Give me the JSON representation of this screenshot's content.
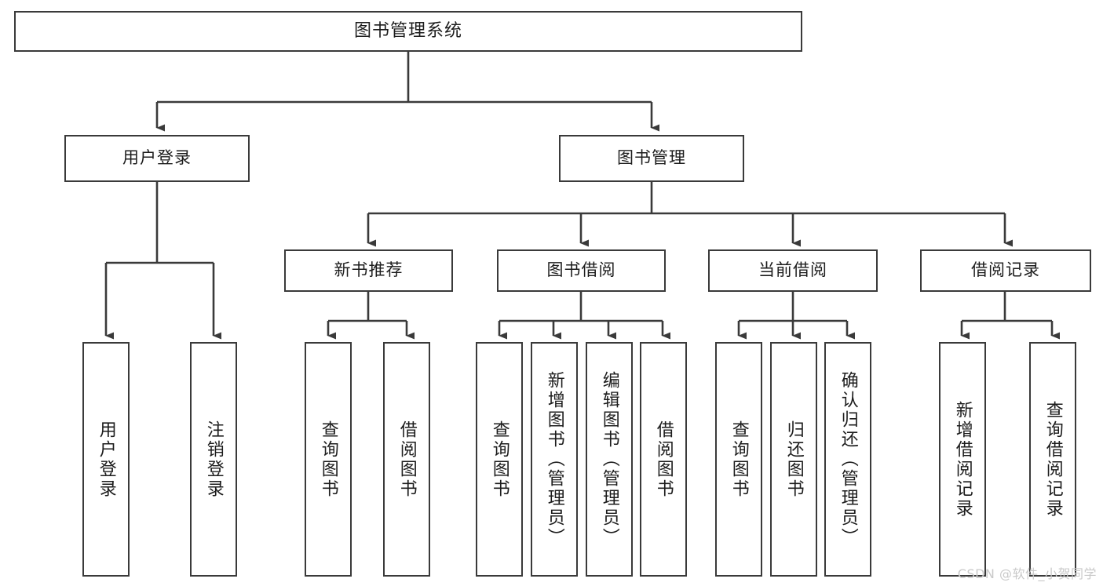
{
  "diagram": {
    "title": "图书管理系统",
    "watermark": "CSDN @软件_小贺同学",
    "colors": {
      "box_border": "#3a3a3a",
      "edge_line": "#3a3a3a",
      "background": "#ffffff",
      "text": "#1c1c1c",
      "watermark": "#c9c9c9"
    },
    "levels": {
      "root": {
        "label": "图书管理系统"
      },
      "level2": [
        {
          "label": "用户登录"
        },
        {
          "label": "图书管理"
        }
      ],
      "level3": [
        {
          "label": "新书推荐"
        },
        {
          "label": "图书借阅"
        },
        {
          "label": "当前借阅"
        },
        {
          "label": "借阅记录"
        }
      ],
      "level4": [
        {
          "label": "用户登录",
          "parent": "用户登录"
        },
        {
          "label": "注销登录",
          "parent": "用户登录"
        },
        {
          "label": "查询图书",
          "parent": "新书推荐"
        },
        {
          "label": "借阅图书",
          "parent": "新书推荐"
        },
        {
          "label": "查询图书",
          "parent": "图书借阅"
        },
        {
          "label": "新增图书（管理员）",
          "parent": "图书借阅"
        },
        {
          "label": "编辑图书（管理员）",
          "parent": "图书借阅"
        },
        {
          "label": "借阅图书",
          "parent": "图书借阅"
        },
        {
          "label": "查询图书",
          "parent": "当前借阅"
        },
        {
          "label": "归还图书",
          "parent": "当前借阅"
        },
        {
          "label": "确认归还（管理员）",
          "parent": "当前借阅"
        },
        {
          "label": "新增借阅记录",
          "parent": "借阅记录"
        },
        {
          "label": "查询借阅记录",
          "parent": "借阅记录"
        }
      ]
    }
  }
}
